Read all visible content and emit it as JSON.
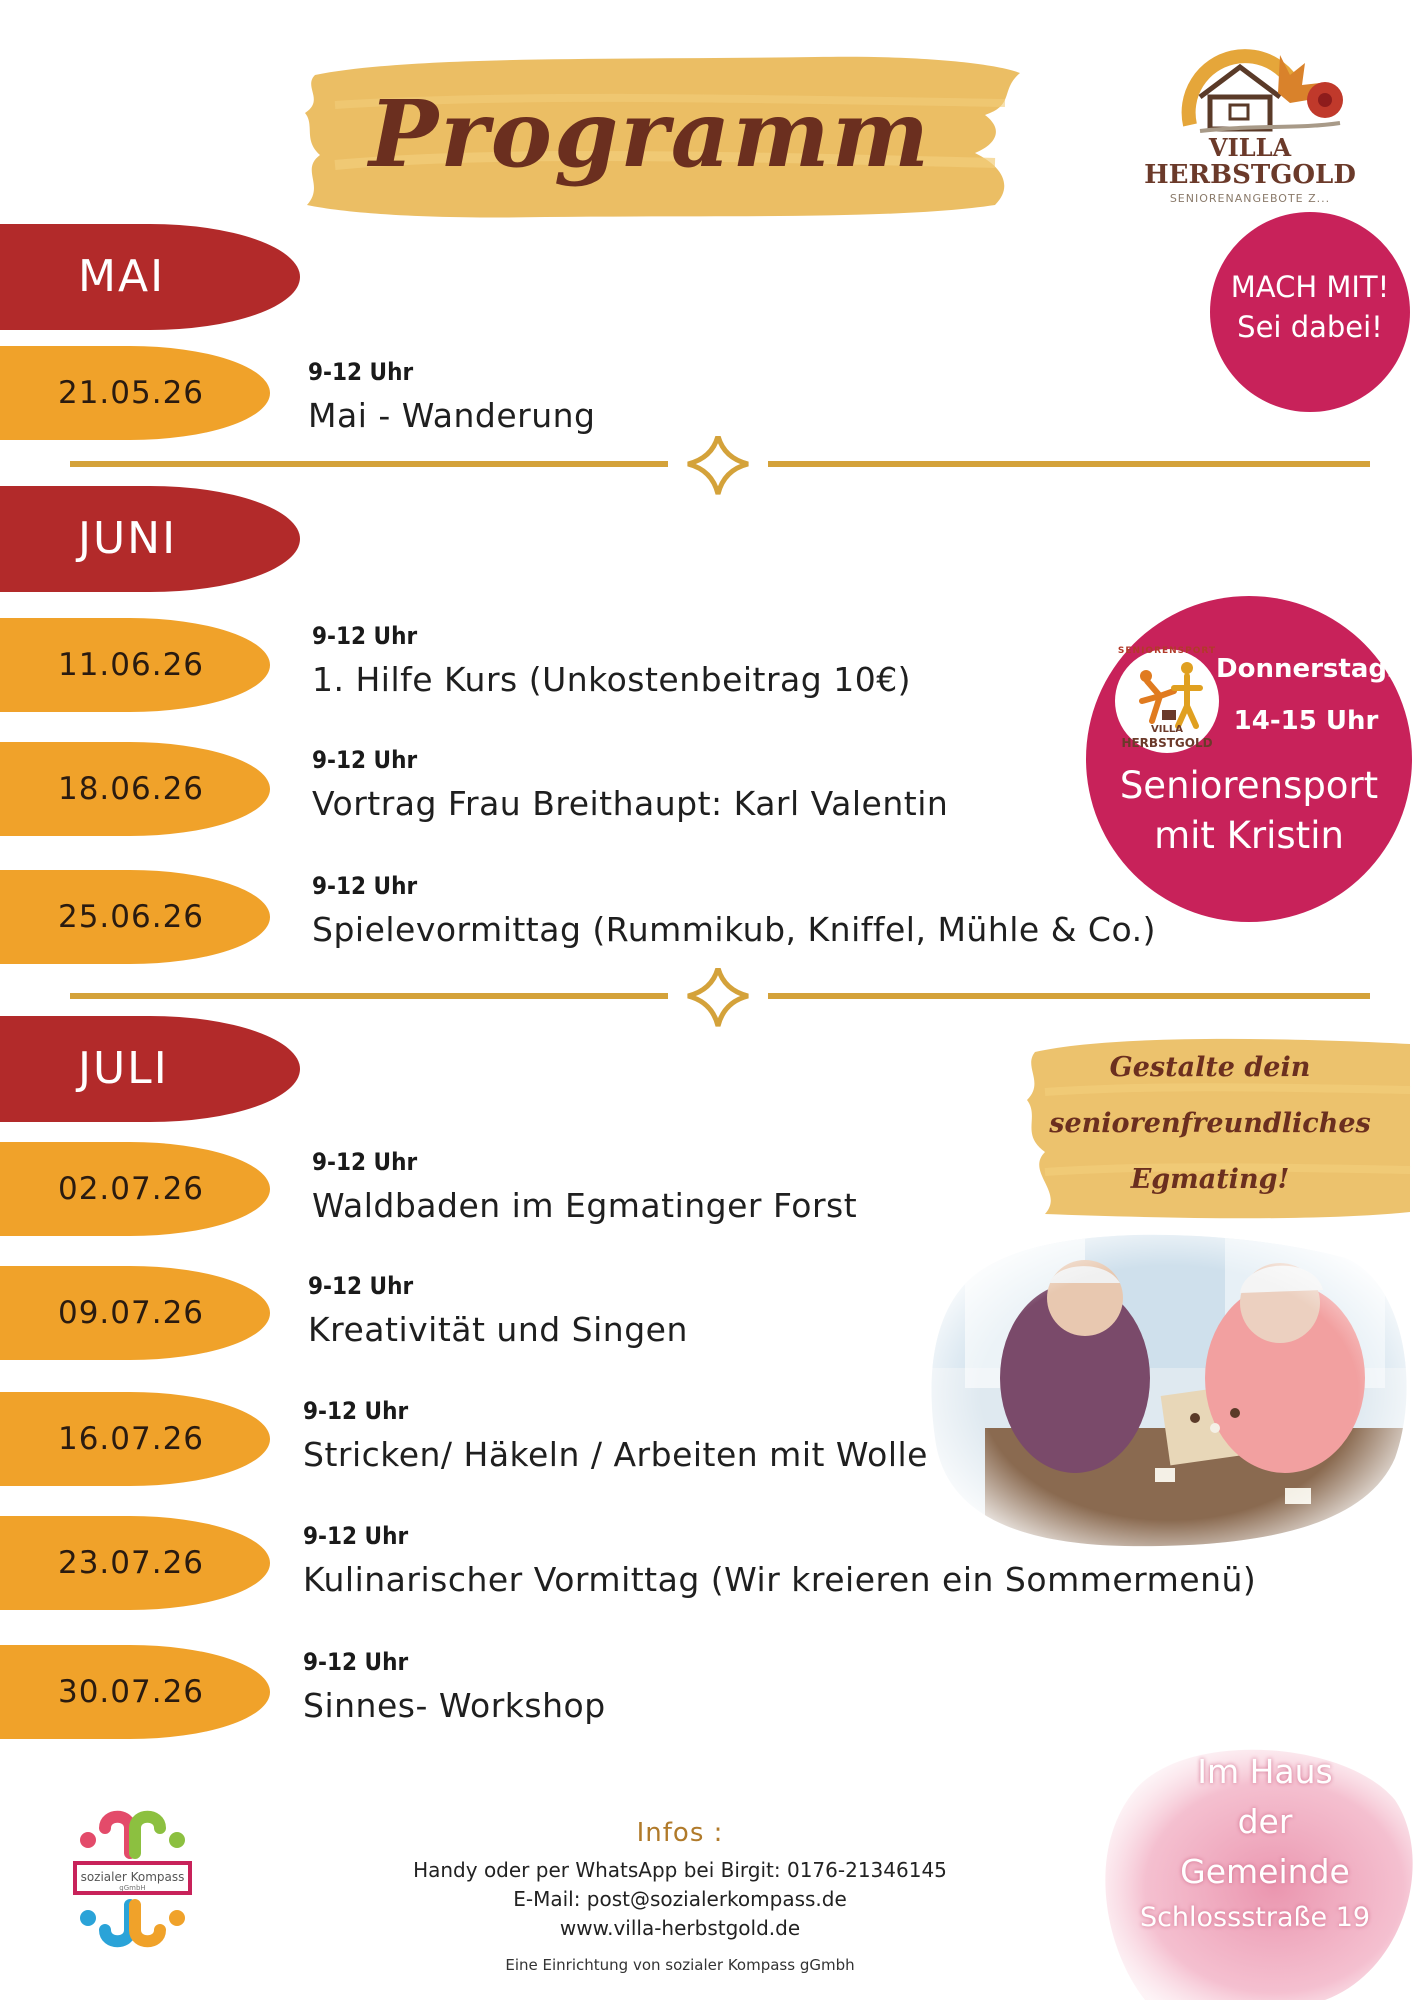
{
  "title": "Programm",
  "logo": {
    "name_line1": "VILLA",
    "name_line2": "HERBSTGOLD",
    "tagline": "SENIORENANGEBOTE Z..."
  },
  "badge_mach_mit": {
    "line1": "MACH MIT!",
    "line2": "Sei dabei!"
  },
  "sport_badge": {
    "logo_top": "SENIORENSPORT",
    "logo_bottom1": "VILLA",
    "logo_bottom2": "HERBSTGOLD",
    "day": "Donnerstags",
    "time": "14-15 Uhr",
    "line1": "Seniorensport",
    "line2": "mit Kristin"
  },
  "months": [
    {
      "name": "MAI"
    },
    {
      "name": "JUNI"
    },
    {
      "name": "JULI"
    }
  ],
  "events": [
    {
      "date": "21.05.26",
      "time": "9-12 Uhr",
      "title": "Mai - Wanderung"
    },
    {
      "date": "11.06.26",
      "time": "9-12 Uhr",
      "title": "1. Hilfe Kurs (Unkostenbeitrag 10€)"
    },
    {
      "date": "18.06.26",
      "time": "9-12 Uhr",
      "title": "Vortrag Frau Breithaupt: Karl Valentin"
    },
    {
      "date": "25.06.26",
      "time": "9-12 Uhr",
      "title": "Spielevormittag (Rummikub, Kniffel, Mühle & Co.)"
    },
    {
      "date": "02.07.26",
      "time": "9-12 Uhr",
      "title": "Waldbaden im Egmatinger Forst"
    },
    {
      "date": "09.07.26",
      "time": "9-12 Uhr",
      "title": "Kreativität und Singen"
    },
    {
      "date": "16.07.26",
      "time": "9-12 Uhr",
      "title": "Stricken/ Häkeln / Arbeiten mit Wolle"
    },
    {
      "date": "23.07.26",
      "time": "9-12 Uhr",
      "title": "Kulinarischer Vormittag (Wir kreieren ein Sommermenü)"
    },
    {
      "date": "30.07.26",
      "time": "9-12 Uhr",
      "title": "Sinnes- Workshop"
    }
  ],
  "gestalte": {
    "line1": "Gestalte dein",
    "line2": "seniorenfreundliches",
    "line3": "Egmating!"
  },
  "location": {
    "line1": "Im Haus",
    "line2": "der",
    "line3": "Gemeinde",
    "line4": "Schlossstraße 19"
  },
  "footer": {
    "infos_label": "Infos :",
    "phone": "Handy oder per WhatsApp bei Birgit: 0176-21346145",
    "email": "E-Mail: post@sozialerkompass.de",
    "web": "www.villa-herbstgold.de",
    "note": "Eine Einrichtung von sozialer Kompass gGmbh"
  },
  "kompass_logo": {
    "line1": "sozialer Kompass",
    "line2": "gGmbH"
  },
  "colors": {
    "month": "#b22a2a",
    "date": "#f0a22a",
    "badge": "#c8225a",
    "gold": "#d4a23a",
    "title": "#6b2f1f"
  }
}
